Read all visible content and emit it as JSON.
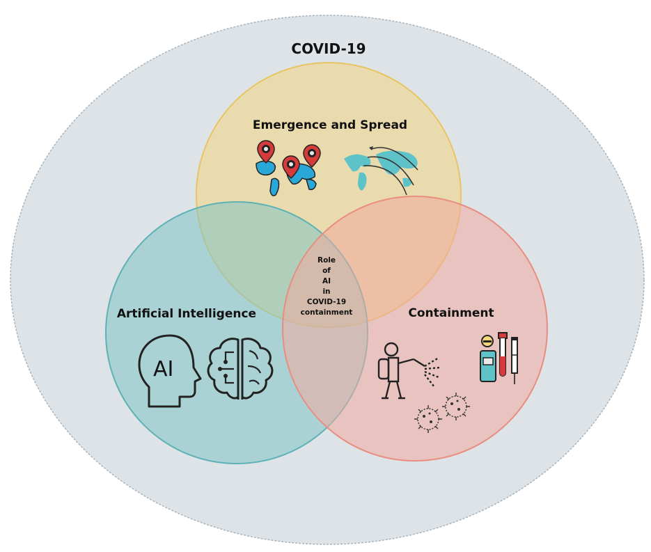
{
  "outer": {
    "label": "COVID-19",
    "fill": "#dde3e7",
    "stroke": "#a8b3bb"
  },
  "circles": {
    "emergence": {
      "label": "Emergence and Spread",
      "fill": "#f2d57d",
      "stroke": "#e8c462",
      "icons": [
        "map-pin-virus-icon",
        "world-spread-map-icon"
      ]
    },
    "ai": {
      "label": "Artificial Intelligence",
      "fill": "#7fc4c6",
      "stroke": "#5eb1b4",
      "icons": [
        "ai-head-icon",
        "circuit-brain-icon"
      ]
    },
    "containment": {
      "label": "Containment",
      "fill": "#f0aa9e",
      "stroke": "#e88d80",
      "icons": [
        "disinfection-worker-icon",
        "vaccine-test-tube-icon",
        "virus-icon"
      ]
    }
  },
  "center": {
    "lines": [
      "Role",
      "of",
      "AI",
      "in",
      "COVID-19",
      "containment"
    ]
  },
  "ai_icon_text": "AI"
}
